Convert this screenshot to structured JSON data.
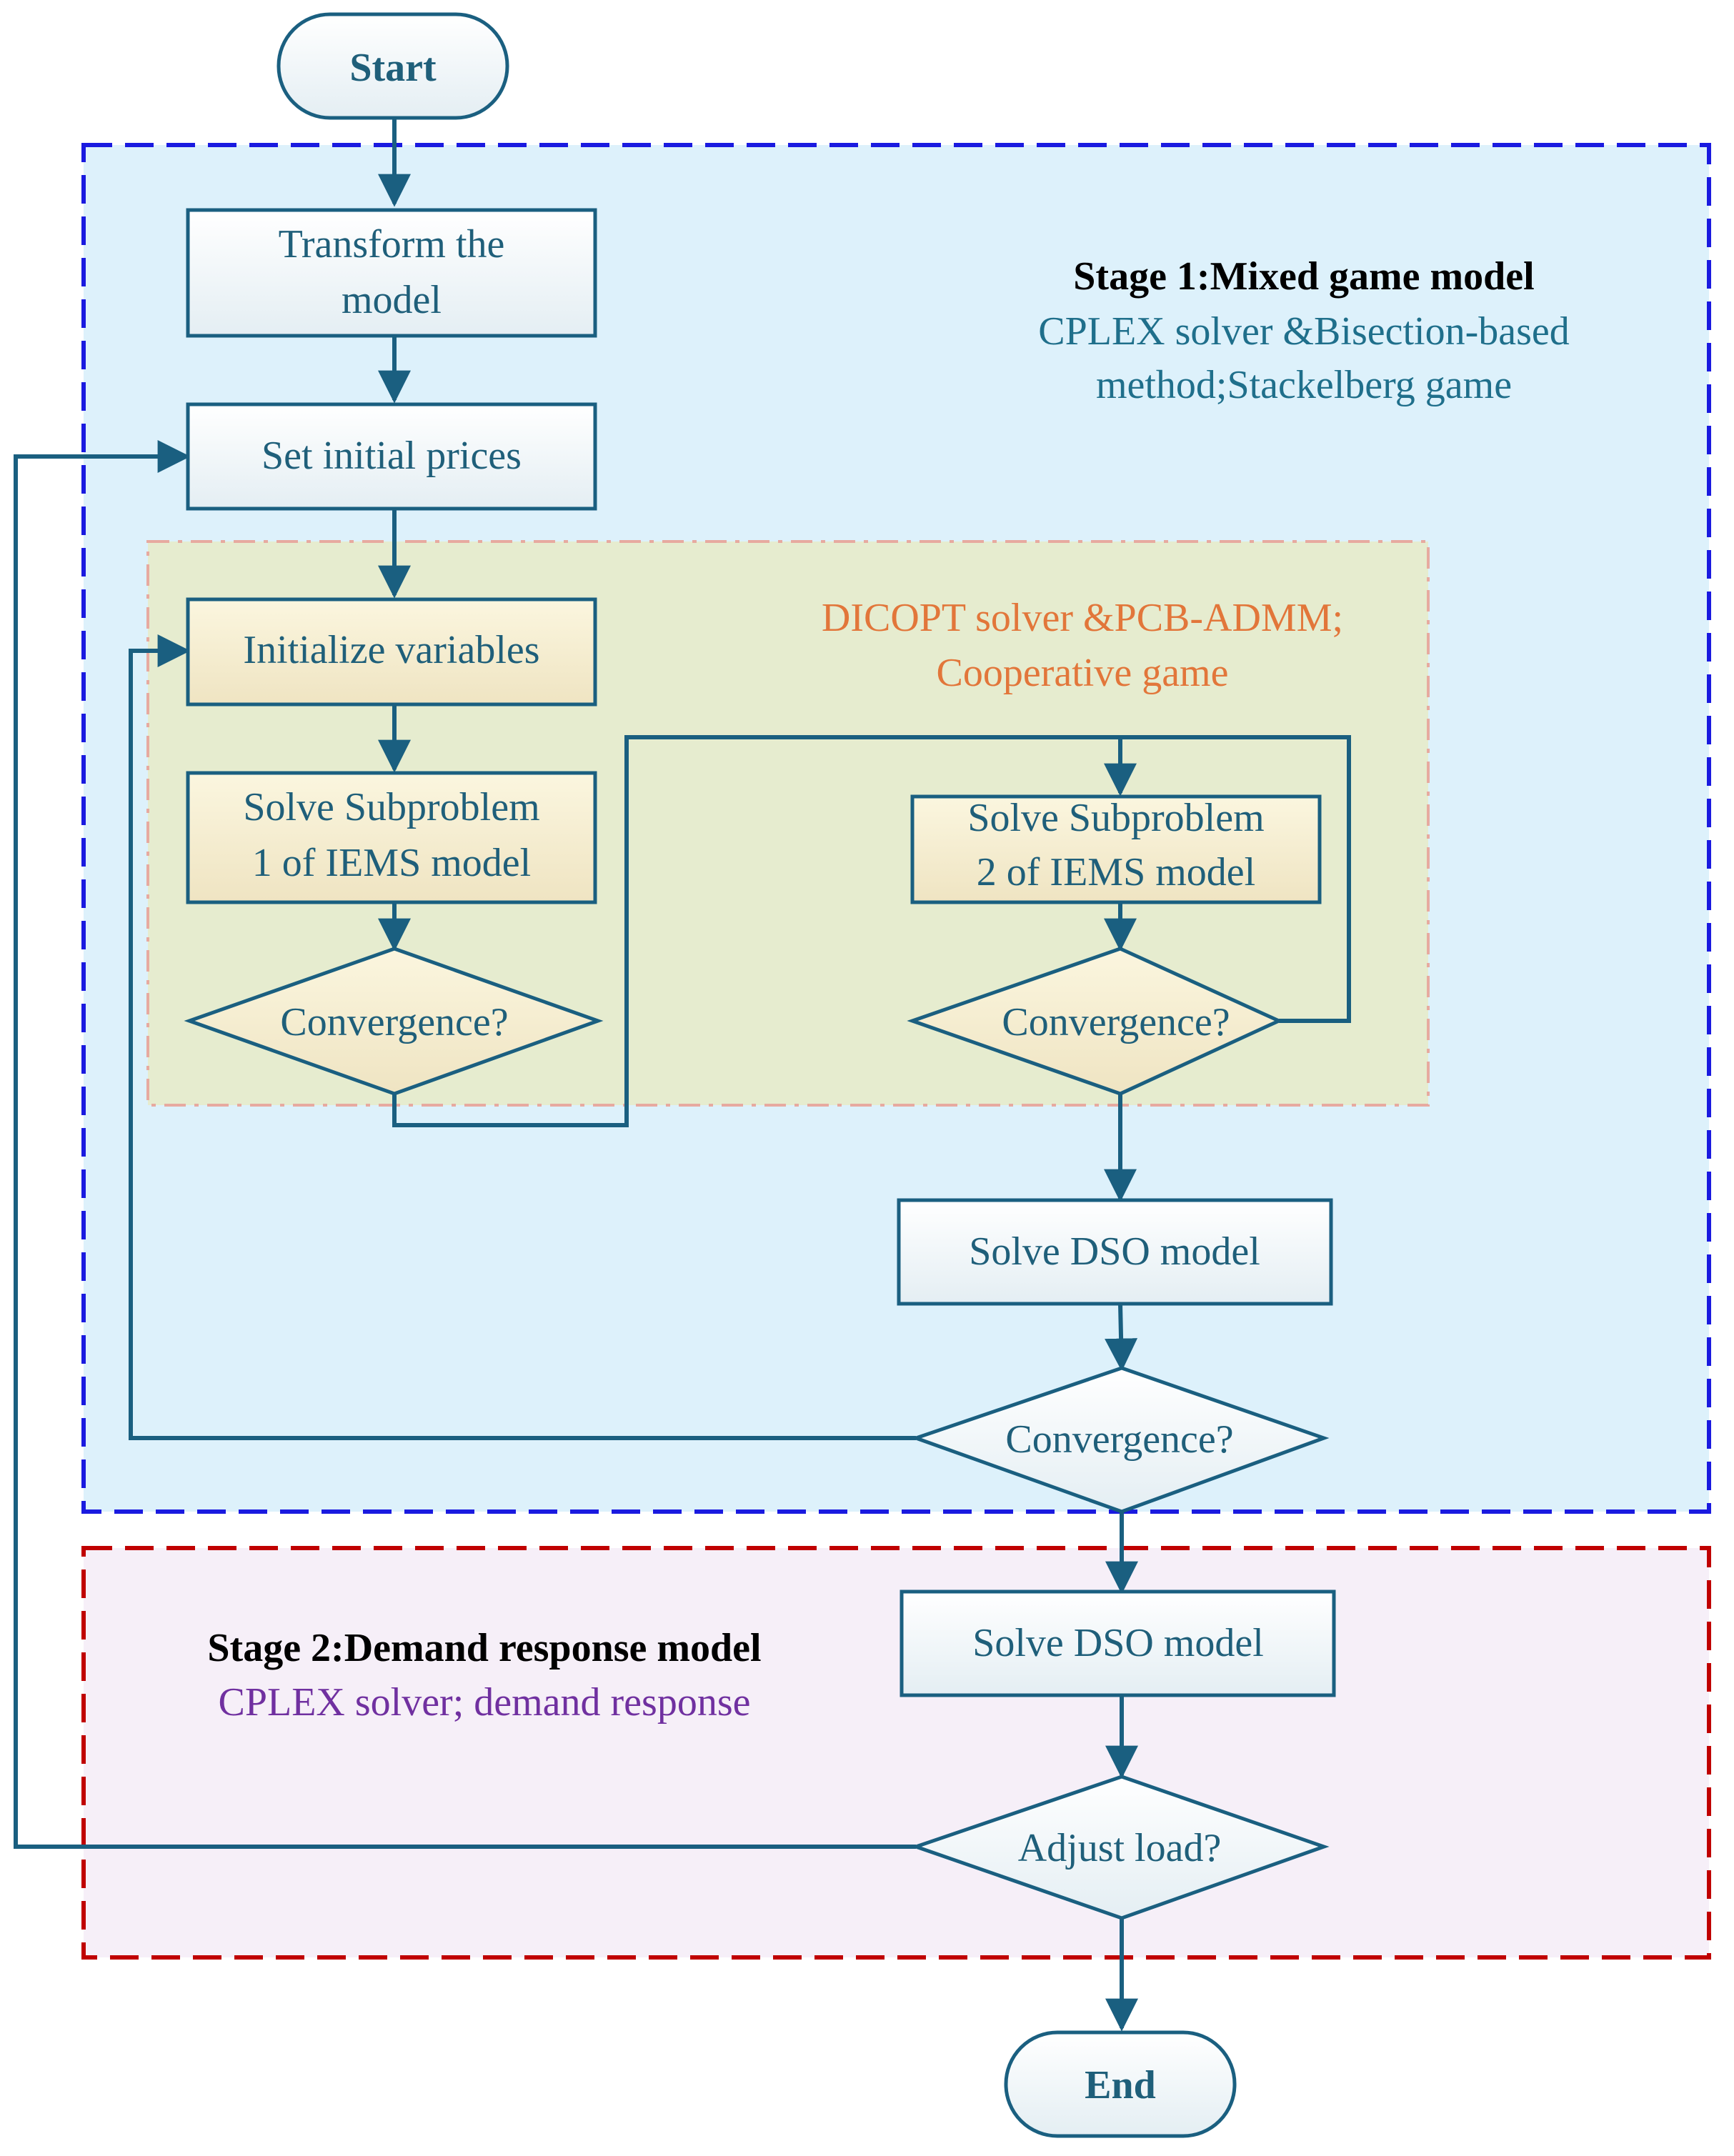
{
  "colors": {
    "stage1_fill": "#ddf1fb",
    "stage1_border": "#1a1ae0",
    "stage2_fill": "#f6eff8",
    "stage2_border": "#c00000",
    "inner_fill": "#e6eccf",
    "inner_border": "#e7aaa0",
    "node_stroke": "#1a5f80",
    "node_text": "#1f5f7a",
    "stage1_note": "#1f6f8b",
    "inner_note": "#e2763a",
    "stage2_note": "#7030a0"
  },
  "nodes": {
    "start": "Start",
    "transform_line1": "Transform the",
    "transform_line2": "model",
    "set_prices": "Set initial prices",
    "init_vars": "Initialize variables",
    "sub1_line1": "Solve Subproblem",
    "sub1_line2": "1 of IEMS model",
    "conv1": "Convergence?",
    "sub2_line1": "Solve Subproblem",
    "sub2_line2": "2 of IEMS model",
    "conv2": "Convergence?",
    "dso1": "Solve DSO model",
    "conv3": "Convergence?",
    "dso2": "Solve DSO model",
    "adjust": "Adjust load?",
    "end": "End"
  },
  "stage1": {
    "title": "Stage 1:Mixed game model",
    "note_line1": "CPLEX solver &Bisection-based",
    "note_line2": "method;Stackelberg game"
  },
  "inner": {
    "note_line1": "DICOPT solver &PCB-ADMM;",
    "note_line2": "Cooperative game"
  },
  "stage2": {
    "title": "Stage 2:Demand response model",
    "note": "CPLEX solver; demand response"
  }
}
